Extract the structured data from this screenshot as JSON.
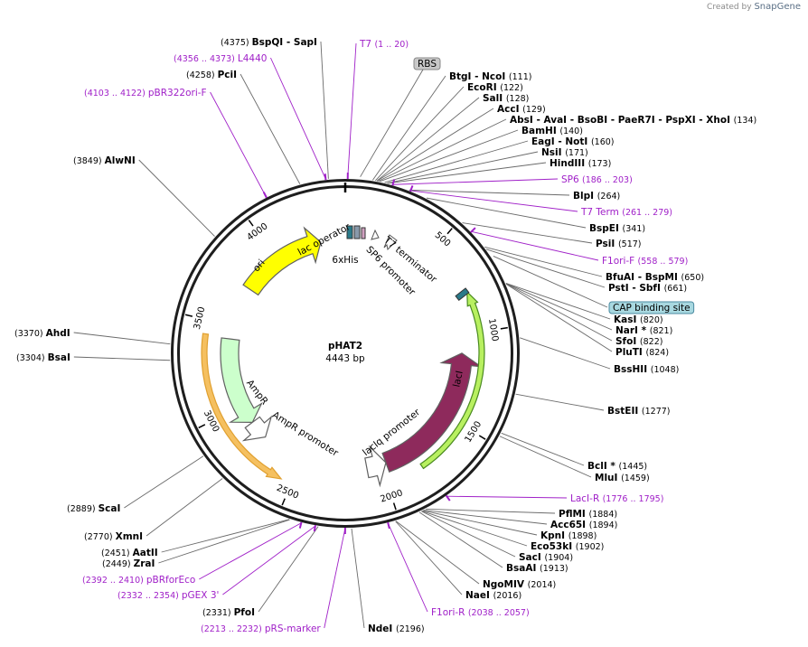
{
  "brand": {
    "prefix": "Created by",
    "name": "SnapGene"
  },
  "plasmid": {
    "name": "pHAT2",
    "length_label": "4443 bp",
    "length": 4443
  },
  "ticks": [
    "500",
    "1000",
    "1500",
    "2000",
    "2500",
    "3000",
    "3500",
    "4000"
  ],
  "colors": {
    "site": "#6a6a6a",
    "feature": "#a020c8",
    "backbone": "#1e1e1e"
  },
  "sites": [
    {
      "name": "BspQI   -  SapI",
      "pos": "(4375)",
      "loc": 4375
    },
    {
      "name": "PciI",
      "pos": "(4258)",
      "loc": 4258
    },
    {
      "name": "AlwNI",
      "pos": "(3849)",
      "loc": 3849
    },
    {
      "name": "AhdI",
      "pos": "(3370)",
      "loc": 3370
    },
    {
      "name": "BsaI",
      "pos": "(3304)",
      "loc": 3304
    },
    {
      "name": "ScaI",
      "pos": "(2889)",
      "loc": 2889
    },
    {
      "name": "XmnI",
      "pos": "(2770)",
      "loc": 2770
    },
    {
      "name": "AatII",
      "pos": "(2451)",
      "loc": 2451
    },
    {
      "name": "ZraI",
      "pos": "(2449)",
      "loc": 2449
    },
    {
      "name": "PfoI",
      "pos": "(2331)",
      "loc": 2331
    },
    {
      "name": "NdeI",
      "pos": "(2196)",
      "loc": 2196
    },
    {
      "name": "NaeI",
      "pos": "(2016)",
      "loc": 2016
    },
    {
      "name": "NgoMIV",
      "pos": "(2014)",
      "loc": 2014
    },
    {
      "name": "BsaAI",
      "pos": "(1913)",
      "loc": 1913
    },
    {
      "name": "SacI",
      "pos": "(1904)",
      "loc": 1904
    },
    {
      "name": "Eco53kI",
      "pos": "(1902)",
      "loc": 1902
    },
    {
      "name": "KpnI",
      "pos": "(1898)",
      "loc": 1898
    },
    {
      "name": "Acc65I",
      "pos": "(1894)",
      "loc": 1894
    },
    {
      "name": "PflMI",
      "pos": "(1884)",
      "loc": 1884
    },
    {
      "name": "MluI",
      "pos": "(1459)",
      "loc": 1459
    },
    {
      "name": "BclI *",
      "pos": "(1445)",
      "loc": 1445
    },
    {
      "name": "BstEII",
      "pos": "(1277)",
      "loc": 1277
    },
    {
      "name": "BssHII",
      "pos": "(1048)",
      "loc": 1048
    },
    {
      "name": "PluTI",
      "pos": "(824)",
      "loc": 824
    },
    {
      "name": "SfoI",
      "pos": "(822)",
      "loc": 822
    },
    {
      "name": "NarI *",
      "pos": "(821)",
      "loc": 821
    },
    {
      "name": "KasI",
      "pos": "(820)",
      "loc": 820
    },
    {
      "name": "PstI   -  SbfI",
      "pos": "(661)",
      "loc": 661
    },
    {
      "name": "BfuAI   -  BspMI",
      "pos": "(650)",
      "loc": 650
    },
    {
      "name": "PsiI",
      "pos": "(517)",
      "loc": 517
    },
    {
      "name": "BspEI",
      "pos": "(341)",
      "loc": 341
    },
    {
      "name": "BlpI",
      "pos": "(264)",
      "loc": 264
    },
    {
      "name": "HindIII",
      "pos": "(173)",
      "loc": 173
    },
    {
      "name": "NsiI",
      "pos": "(171)",
      "loc": 171
    },
    {
      "name": "EagI   -  NotI",
      "pos": "(160)",
      "loc": 160
    },
    {
      "name": "BamHI",
      "pos": "(140)",
      "loc": 140
    },
    {
      "name": "AbsI   -  AvaI   -  BsoBI   -  PaeR7I   -  PspXI   -  XhoI",
      "pos": "(134)",
      "loc": 134
    },
    {
      "name": "AccI",
      "pos": "(129)",
      "loc": 129
    },
    {
      "name": "SalI",
      "pos": "(128)",
      "loc": 128
    },
    {
      "name": "EcoRI",
      "pos": "(122)",
      "loc": 122
    },
    {
      "name": "BtgI   -  NcoI",
      "pos": "(111)",
      "loc": 111
    }
  ],
  "primers": [
    {
      "name": "T7",
      "range": "(1 .. 20)",
      "loc": 10
    },
    {
      "name": "L4440",
      "range": "(4356 .. 4373)",
      "loc": 4364
    },
    {
      "name": "pBR322ori-F",
      "range": "(4103 .. 4122)",
      "loc": 4112
    },
    {
      "name": "SP6",
      "range": "(186 .. 203)",
      "loc": 194
    },
    {
      "name": "T7 Term",
      "range": "(261 .. 279)",
      "loc": 270
    },
    {
      "name": "F1ori-F",
      "range": "(558 .. 579)",
      "loc": 568
    },
    {
      "name": "LacI-R",
      "range": "(1776 .. 1795)",
      "loc": 1785
    },
    {
      "name": "F1ori-R",
      "range": "(2038 .. 2057)",
      "loc": 2047
    },
    {
      "name": "pRS-marker",
      "range": "(2213 .. 2232)",
      "loc": 2222
    },
    {
      "name": "pGEX 3'",
      "range": "(2332 .. 2354)",
      "loc": 2343
    },
    {
      "name": "pBRforEco",
      "range": "(2392 .. 2410)",
      "loc": 2401
    }
  ],
  "boxed": [
    {
      "name": "RBS",
      "loc": 60
    },
    {
      "name": "CAP binding site",
      "loc": 700
    }
  ],
  "features": {
    "lac_operator": "lac operator",
    "his_tag": "6xHis",
    "t7_terminator": "T7 terminator",
    "sp6_promoter": "SP6 promoter",
    "laci": "lacI",
    "laciq_promoter": "lacIq promoter",
    "ampr": "AmpR",
    "ampr_promoter": "AmpR promoter",
    "ori": "ori"
  }
}
